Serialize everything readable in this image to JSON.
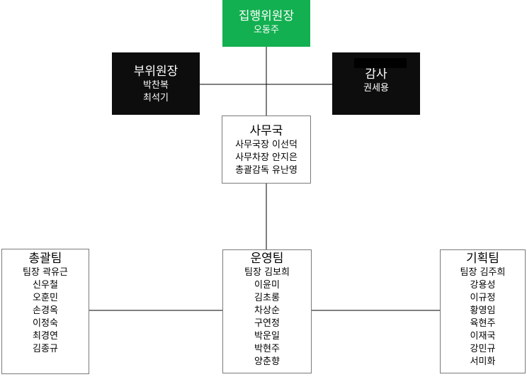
{
  "org_chart": {
    "chairman": {
      "title": "집행위원장",
      "members": [
        "오동주"
      ]
    },
    "vice_chairs": {
      "title": "부위원장",
      "members": [
        "박찬복",
        "최석기"
      ]
    },
    "auditor": {
      "title": "감사",
      "members": [
        "권세용"
      ]
    },
    "secretariat": {
      "title": "사무국",
      "members": [
        "사무국장 이선덕",
        "사무차장 안지은",
        "총괄감독 유난영"
      ]
    },
    "general_team": {
      "title": "총괄팀",
      "members": [
        "팀장 곽유근",
        "신우철",
        "오훈민",
        "손경옥",
        "이정숙",
        "최경연",
        "김종규"
      ]
    },
    "operations_team": {
      "title": "운영팀",
      "members": [
        "팀장 김보희",
        "이윤미",
        "김초롱",
        "차상순",
        "구연정",
        "박운일",
        "박현주",
        "양춘향"
      ]
    },
    "planning_team": {
      "title": "기획팀",
      "members": [
        "팀장 김주희",
        "강용성",
        "이규정",
        "황영임",
        "육현주",
        "이재국",
        "강민규",
        "서미화"
      ]
    }
  },
  "colors": {
    "chairman_bg": "#12b050",
    "officer_bg": "#0d0d0d",
    "team_border": "#7a7a7a",
    "connector": "#000000"
  }
}
